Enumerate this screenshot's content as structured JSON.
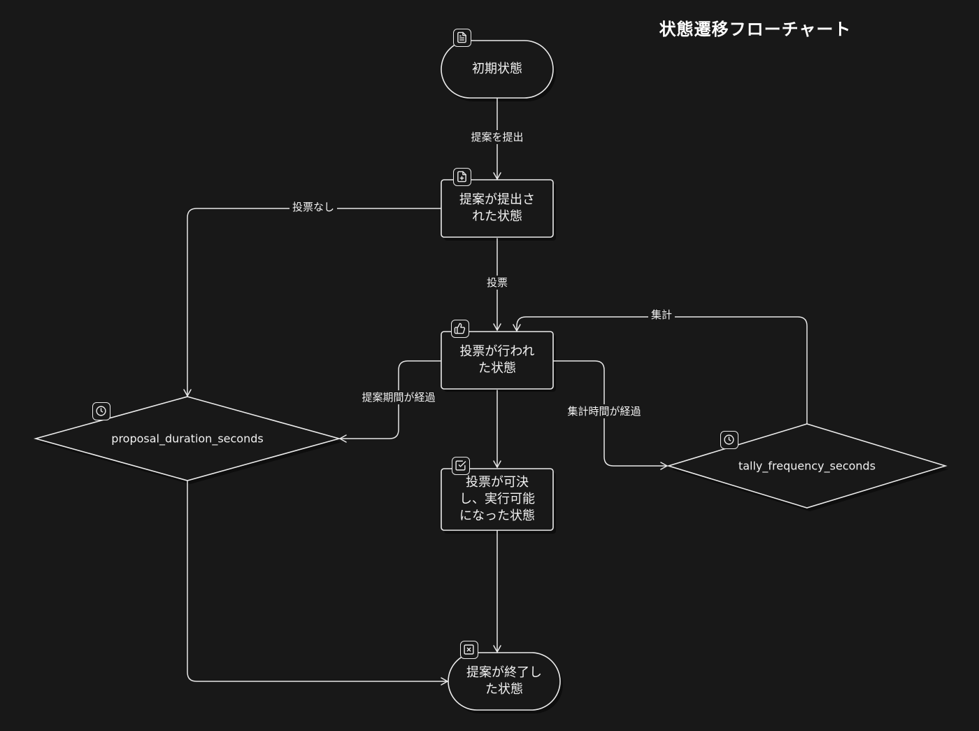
{
  "title": "状態遷移フローチャート",
  "nodes": {
    "initial": {
      "label": "初期状態",
      "icon": "file-text-icon"
    },
    "submitted": {
      "label": "提案が提出さ\nれた状態",
      "icon": "file-plus-icon"
    },
    "voted": {
      "label": "投票が行われ\nた状態",
      "icon": "thumbs-up-icon"
    },
    "approved": {
      "label": "投票が可決\nし、実行可能\nになった状態",
      "icon": "check-square-icon"
    },
    "ended": {
      "label": "提案が終了し\nた状態",
      "icon": "x-square-icon"
    },
    "proposal_timer": {
      "label": "proposal_duration_seconds",
      "icon": "clock-icon"
    },
    "tally_timer": {
      "label": "tally_frequency_seconds",
      "icon": "clock-icon"
    }
  },
  "edges": {
    "submit": "提案を提出",
    "no_vote": "投票なし",
    "vote": "投票",
    "tally": "集計",
    "proposal_elapsed": "提案期間が経過",
    "tally_elapsed": "集計時間が経過"
  },
  "colors": {
    "background": "#181818",
    "stroke": "#e8e8e8",
    "text": "#f2f2f2"
  }
}
